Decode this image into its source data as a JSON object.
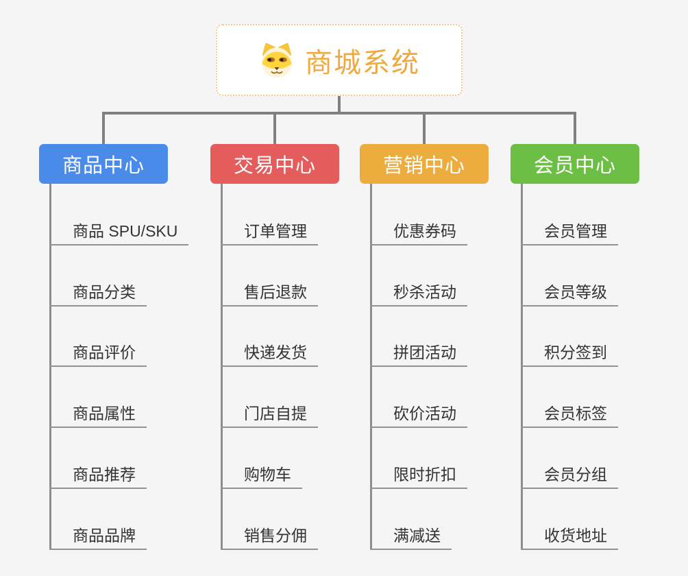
{
  "root": {
    "title": "商城系统",
    "icon": "dog-face-icon"
  },
  "branches": [
    {
      "label": "商品中心",
      "color": "#4A8BE9",
      "items": [
        "商品 SPU/SKU",
        "商品分类",
        "商品评价",
        "商品属性",
        "商品推荐",
        "商品品牌"
      ]
    },
    {
      "label": "交易中心",
      "color": "#E45C5C",
      "items": [
        "订单管理",
        "售后退款",
        "快递发货",
        "门店自提",
        "购物车",
        "销售分佣"
      ]
    },
    {
      "label": "营销中心",
      "color": "#EDAC3E",
      "items": [
        "优惠券码",
        "秒杀活动",
        "拼团活动",
        "砍价活动",
        "限时折扣",
        "满减送"
      ]
    },
    {
      "label": "会员中心",
      "color": "#6DBE45",
      "items": [
        "会员管理",
        "会员等级",
        "积分签到",
        "会员标签",
        "会员分组",
        "收货地址"
      ]
    }
  ],
  "colors": {
    "background": "#F5F5F6",
    "connector": "#808080",
    "branch_trunk": "#8C8C8C",
    "leaf_underline": "#929292",
    "leaf_text": "#333333",
    "root_text": "#EFA93F",
    "root_border": "#F4C98B",
    "branch_text": "#FFFFFF"
  }
}
